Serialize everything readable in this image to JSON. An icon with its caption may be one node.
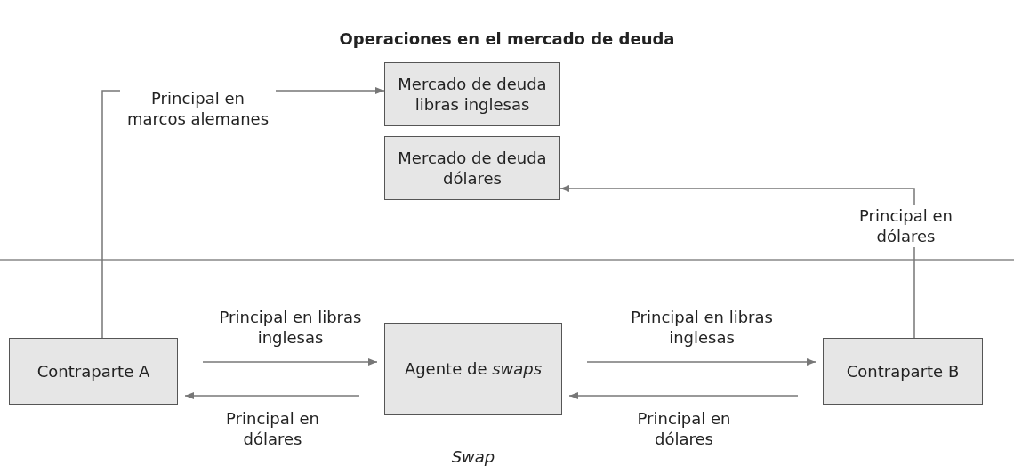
{
  "diagram": {
    "title": "Operaciones en el mercado de deuda",
    "nodes": [
      {
        "text": [
          "Mercado de deuda libras inglesas"
        ]
      },
      {
        "text": [
          "Mercado de deuda dólares"
        ]
      },
      {
        "text": [
          "Contraparte A"
        ]
      },
      {
        "text": [
          "Agente de *swaps*"
        ],
        "beside": [
          "Swap"
        ]
      },
      {
        "text": [
          "Contraparte B"
        ]
      }
    ],
    "edges": [
      {
        "from": 2,
        "to": 0,
        "arrow": "to",
        "label": "Principal en marcos alemanes"
      },
      {
        "from": 4,
        "to": 1,
        "arrow": "to",
        "label": "Principal en dólares"
      },
      {
        "from": 2,
        "to": 3,
        "arrow": "to",
        "label": "Principal en libras inglesas"
      },
      {
        "from": 3,
        "to": 2,
        "arrow": "to",
        "label": "Principal en dólares"
      },
      {
        "from": 3,
        "to": 4,
        "arrow": "to",
        "label": "Principal en libras inglesas"
      },
      {
        "from": 4,
        "to": 3,
        "arrow": "to",
        "label": "Principal en dólares"
      }
    ]
  }
}
